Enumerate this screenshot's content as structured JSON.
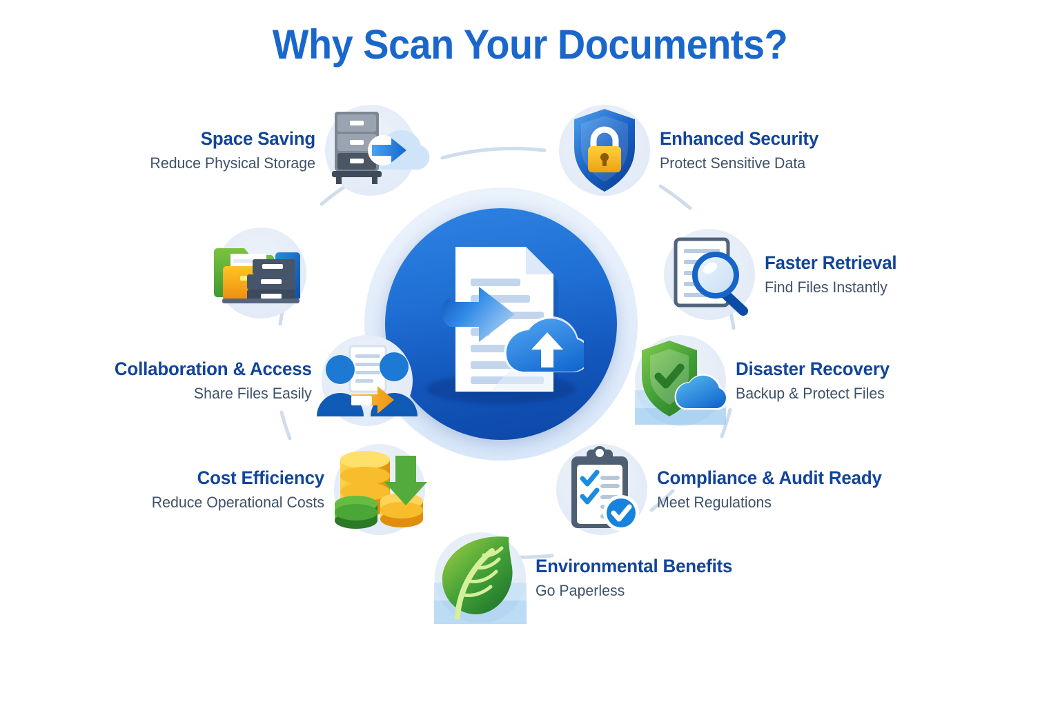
{
  "page": {
    "title": "Why Scan Your Documents?",
    "background_color": "#ffffff"
  },
  "theme": {
    "title_color": "#1a67cc",
    "heading_color": "#12459a",
    "subtext_color": "#3e5168",
    "bubble_color": "#e6edf8",
    "hub_blue_light": "#2f83e2",
    "hub_blue_dark": "#0b46a6",
    "connector_color": "#cfdceb",
    "accent_green": "#43a33d",
    "accent_gold": "#f5b316",
    "accent_orange": "#f6a11d"
  },
  "hub": {
    "name": "document-to-cloud-scan",
    "icon": "document-upload-cloud-icon"
  },
  "nodes": [
    {
      "id": "space-saving",
      "side": "left",
      "title": "Space Saving",
      "subtitle": "Reduce Physical Storage",
      "icon": "filing-cabinet-to-cloud-icon"
    },
    {
      "id": "enhanced-security",
      "side": "right",
      "title": "Enhanced Security",
      "subtitle": "Protect Sensitive Data",
      "icon": "shield-padlock-icon"
    },
    {
      "id": "folders-archive",
      "side": "right",
      "title": "",
      "subtitle": "",
      "icon": "folders-filing-cabinet-icon"
    },
    {
      "id": "faster-retrieval",
      "side": "right",
      "title": "Faster Retrieval",
      "subtitle": "Find Files Instantly",
      "icon": "document-magnifier-icon"
    },
    {
      "id": "collaboration-access",
      "side": "left",
      "title": "Collaboration & Access",
      "subtitle": "Share Files Easily",
      "icon": "two-people-share-document-icon"
    },
    {
      "id": "disaster-recovery",
      "side": "right",
      "title": "Disaster Recovery",
      "subtitle": "Backup & Protect Files",
      "icon": "green-shield-check-cloud-icon"
    },
    {
      "id": "cost-efficiency",
      "side": "left",
      "title": "Cost Efficiency",
      "subtitle": "Reduce Operational Costs",
      "icon": "coin-stacks-down-arrow-icon"
    },
    {
      "id": "compliance-audit-ready",
      "side": "right",
      "title": "Compliance & Audit Ready",
      "subtitle": "Meet Regulations",
      "icon": "clipboard-checklist-check-icon"
    },
    {
      "id": "environmental-benefits",
      "side": "right",
      "title": "Environmental Benefits",
      "subtitle": "Go Paperless",
      "icon": "green-leaf-icon"
    }
  ]
}
